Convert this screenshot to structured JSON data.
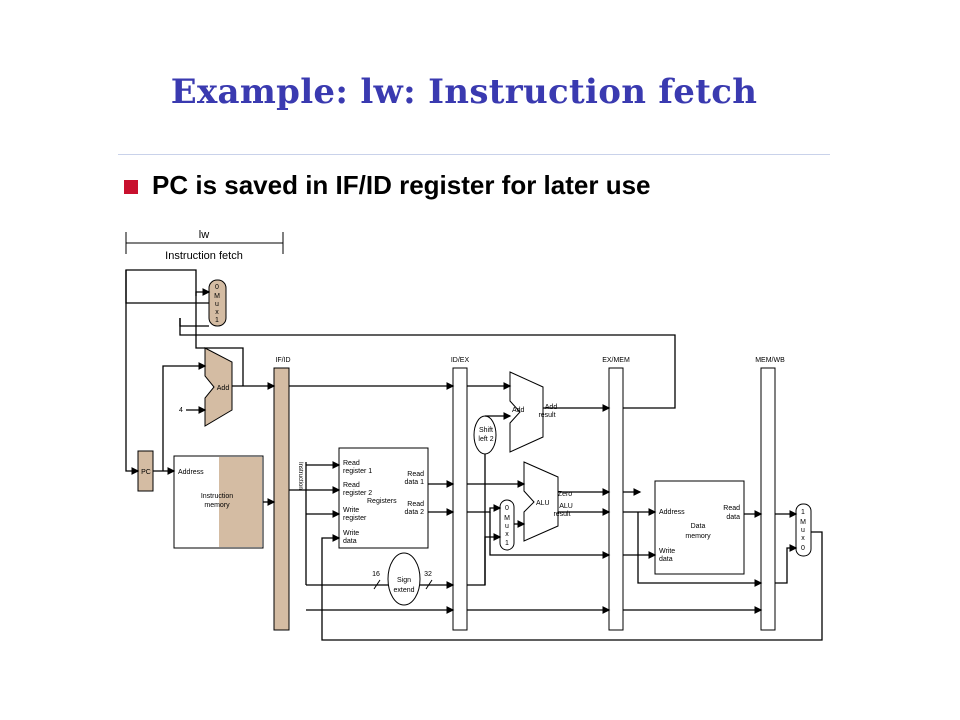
{
  "slide": {
    "title": "Example: lw: Instruction fetch",
    "bullet": "PC is saved in IF/ID register for later use"
  },
  "colors": {
    "title": "#3a3ab0",
    "bullet": "#c8102e",
    "highlight": "#d4bca3",
    "rule": "#c9d2ea"
  },
  "diagram": {
    "instruction_label": "lw",
    "stage_label": "Instruction fetch",
    "pipeline_regs": [
      "IF/ID",
      "ID/EX",
      "EX/MEM",
      "MEM/WB"
    ],
    "pc": "PC",
    "four": "4",
    "adder": "Add",
    "mux_top": [
      "0",
      "M",
      "u",
      "x",
      "1"
    ],
    "mux_alu": [
      "0",
      "M",
      "u",
      "x",
      "1"
    ],
    "mux_wb": [
      "1",
      "M",
      "u",
      "x",
      "0"
    ],
    "imem": {
      "address": "Address",
      "line1": "Instruction",
      "line2": "memory"
    },
    "instruction_bus": "Instruction",
    "regfile": {
      "read_reg1_a": "Read",
      "read_reg1_b": "register 1",
      "read_reg2_a": "Read",
      "read_reg2_b": "register 2",
      "write_reg_a": "Write",
      "write_reg_b": "register",
      "write_data_a": "Write",
      "write_data_b": "data",
      "name": "Registers",
      "rd1_a": "Read",
      "rd1_b": "data 1",
      "rd2_a": "Read",
      "rd2_b": "data 2"
    },
    "branch_adder": {
      "left": "Add",
      "right_a": "Add",
      "right_b": "result"
    },
    "shift": {
      "line1": "Shift",
      "line2": "left 2"
    },
    "alu": {
      "name": "ALU",
      "zero": "Zero",
      "result_a": "ALU",
      "result_b": "result"
    },
    "sign_extend": {
      "line1": "Sign",
      "line2": "extend",
      "in_width": "16",
      "out_width": "32"
    },
    "dmem": {
      "address": "Address",
      "read_a": "Read",
      "read_b": "data",
      "name_a": "Data",
      "name_b": "memory",
      "write_a": "Write",
      "write_b": "data"
    }
  }
}
